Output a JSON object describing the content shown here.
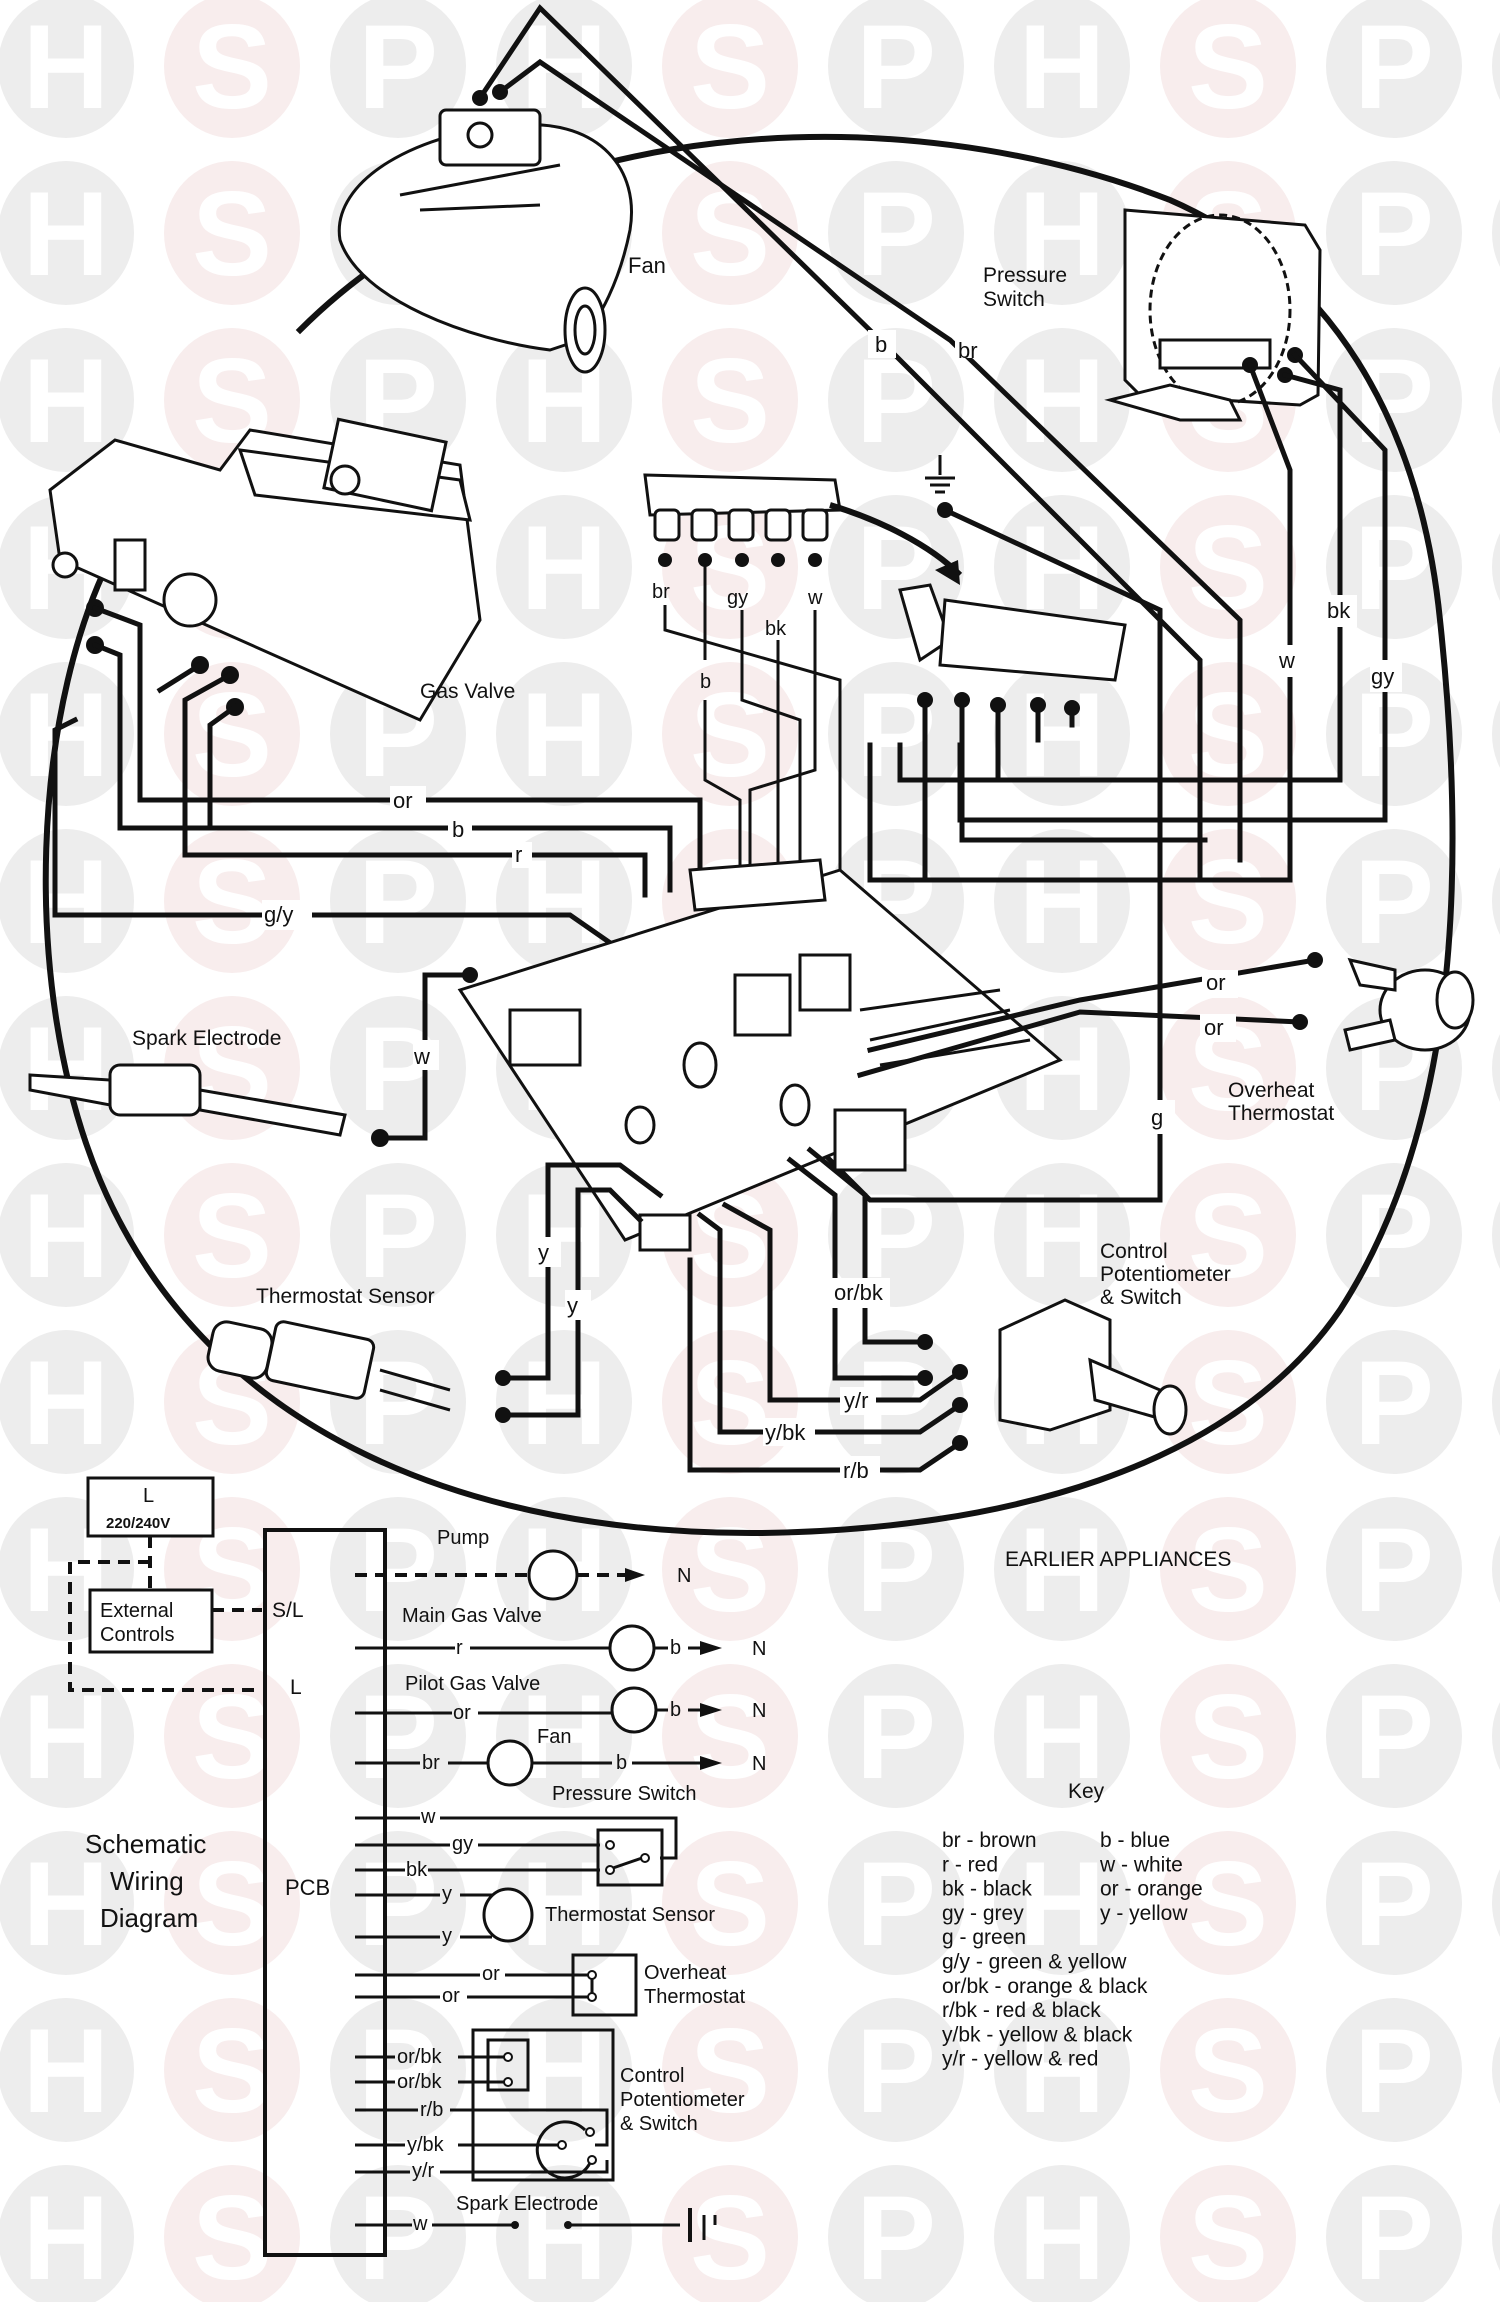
{
  "watermark": {
    "letters": [
      "H",
      "S",
      "P"
    ],
    "gray": "#ededed",
    "pink": "#f8eded"
  },
  "components": {
    "fan": "Fan",
    "pressure_switch": [
      "Pressure",
      "Switch"
    ],
    "gas_valve": "Gas Valve",
    "spark_electrode": "Spark Electrode",
    "thermostat_sensor": "Thermostat Sensor",
    "overheat_thermostat": [
      "Overheat",
      "Thermostat"
    ],
    "control_potentiometer": [
      "Control",
      "Potentiometer",
      "& Switch"
    ]
  },
  "wire_labels": {
    "fan_b": "b",
    "fan_br": "br",
    "conn_br": "br",
    "conn_gy": "gy",
    "conn_w": "w",
    "conn_b": "b",
    "conn_bk": "bk",
    "ps_w": "w",
    "ps_bk": "bk",
    "ps_gy": "gy",
    "gv_or": "or",
    "gv_b": "b",
    "gv_r": "r",
    "gv_gy": "g/y",
    "spark_w": "w",
    "ot_or1": "or",
    "ot_or2": "or",
    "earth_g": "g",
    "ts_y1": "y",
    "ts_y2": "y",
    "pot_orbk": "or/bk",
    "pot_yr": "y/r",
    "pot_ybk": "y/bk",
    "pot_rb": "r/b"
  },
  "schematic": {
    "title": [
      "Schematic",
      "Wiring",
      "Diagram"
    ],
    "supply": {
      "line": "L",
      "voltage": "220/240V"
    },
    "external_controls": [
      "External",
      "Controls"
    ],
    "pcb_label": "PCB",
    "pcb_terminals": {
      "switched_live": "S/L",
      "live": "L"
    },
    "neutral": "N",
    "rows": [
      {
        "name": "Pump",
        "in": "",
        "out": ""
      },
      {
        "name": "Main Gas Valve",
        "in": "r",
        "out": "b"
      },
      {
        "name": "Pilot Gas Valve",
        "in": "or",
        "out": "b"
      },
      {
        "name": "Fan",
        "in": "br",
        "out": "b"
      },
      {
        "name": "Pressure Switch",
        "wires": [
          "w",
          "gy",
          "bk"
        ]
      },
      {
        "name": "Thermostat Sensor",
        "wires": [
          "y",
          "y"
        ]
      },
      {
        "name": "Overheat Thermostat",
        "wires": [
          "or",
          "or"
        ]
      },
      {
        "name": "Control Potentiometer & Switch",
        "wires": [
          "or/bk",
          "or/bk",
          "r/b",
          "y/bk",
          "y/r"
        ]
      },
      {
        "name": "Spark Electrode",
        "wires": [
          "w"
        ]
      }
    ],
    "names": {
      "pump": "Pump",
      "main_gas_valve": "Main Gas Valve",
      "pilot_gas_valve": "Pilot Gas Valve",
      "fan": "Fan",
      "pressure_switch": "Pressure Switch",
      "thermostat_sensor": "Thermostat Sensor",
      "overheat": [
        "Overheat",
        "Thermostat"
      ],
      "pot": [
        "Control",
        "Potentiometer",
        "& Switch"
      ],
      "spark": "Spark Electrode"
    }
  },
  "note": "EARLIER APPLIANCES",
  "key": {
    "title": "Key",
    "left": [
      "br - brown",
      "r - red",
      "bk - black",
      "gy - grey",
      "g - green",
      "g/y - green & yellow",
      "or/bk - orange & black",
      "r/bk - red & black",
      "y/bk - yellow & black",
      "y/r - yellow & red"
    ],
    "right": [
      "b - blue",
      "w - white",
      "or - orange",
      "y - yellow"
    ]
  }
}
